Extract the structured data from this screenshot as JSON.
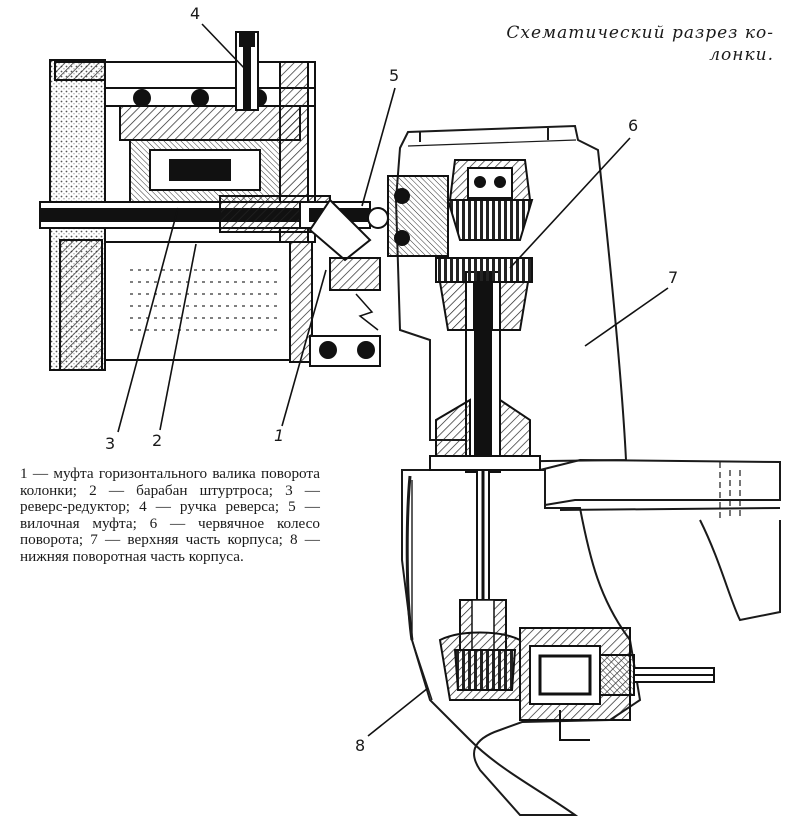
{
  "title": {
    "line1": "Схематический разрез ко-",
    "line2": "лонки."
  },
  "caption": "1 — муфта горизонтального валика поворота колонки; 2 — барабан штуртроса; 3 — реверс-редуктор; 4 — ручка реверса; 5 — вилочная муфта; 6 — червячное колесо поворота; 7 — верхняя часть корпуса; 8 — нижняя поворотная часть корпуса.",
  "callouts": {
    "n1": "1",
    "n2": "2",
    "n3": "3",
    "n4": "4",
    "n5": "5",
    "n6": "6",
    "n7": "7",
    "n8": "8"
  }
}
